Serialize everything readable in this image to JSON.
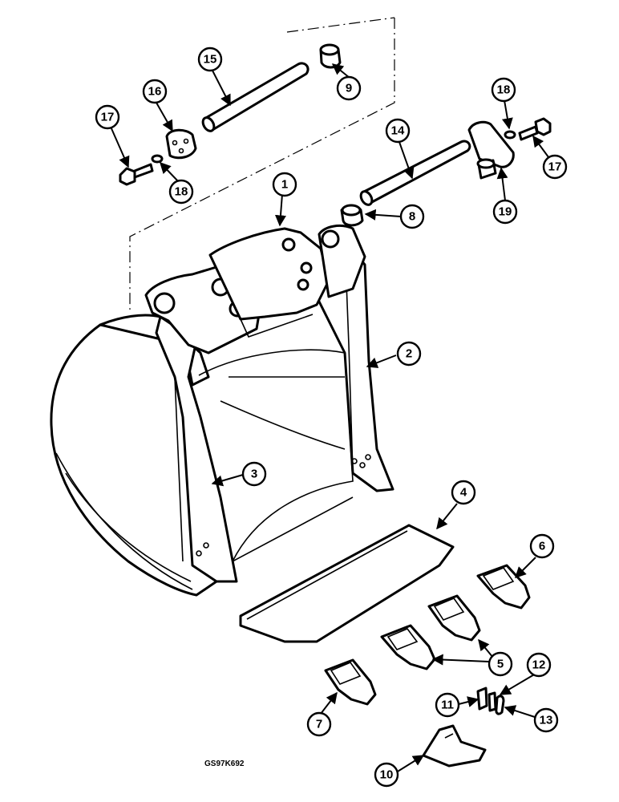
{
  "drawing_code": "GS97K692",
  "callouts": [
    {
      "id": "c1",
      "label": "1"
    },
    {
      "id": "c2",
      "label": "2"
    },
    {
      "id": "c3",
      "label": "3"
    },
    {
      "id": "c4",
      "label": "4"
    },
    {
      "id": "c5",
      "label": "5"
    },
    {
      "id": "c6",
      "label": "6"
    },
    {
      "id": "c7",
      "label": "7"
    },
    {
      "id": "c8",
      "label": "8"
    },
    {
      "id": "c9",
      "label": "9"
    },
    {
      "id": "c10",
      "label": "10"
    },
    {
      "id": "c11",
      "label": "11"
    },
    {
      "id": "c12",
      "label": "12"
    },
    {
      "id": "c13",
      "label": "13"
    },
    {
      "id": "c14",
      "label": "14"
    },
    {
      "id": "c15",
      "label": "15"
    },
    {
      "id": "c16",
      "label": "16"
    },
    {
      "id": "c17a",
      "label": "17"
    },
    {
      "id": "c17b",
      "label": "17"
    },
    {
      "id": "c18a",
      "label": "18"
    },
    {
      "id": "c18b",
      "label": "18"
    },
    {
      "id": "c19",
      "label": "19"
    }
  ]
}
